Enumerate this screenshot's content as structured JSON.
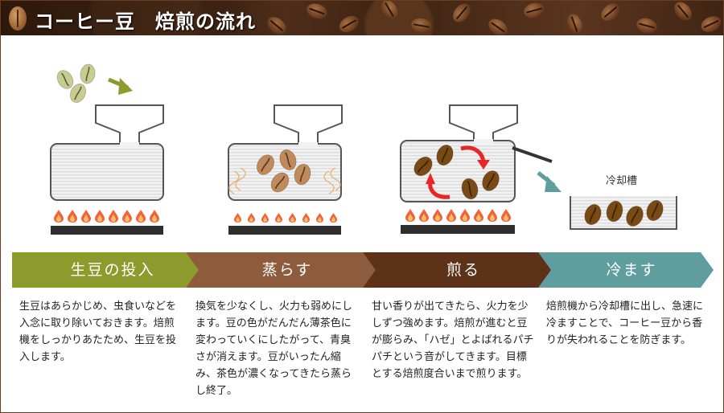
{
  "header": {
    "title": "コーヒー豆　焙煎の流れ"
  },
  "cooling_tank_label": "冷却槽",
  "steps": [
    {
      "label": "生豆の投入",
      "color": "#8d9a2c",
      "description": "生豆はあらかじめ、虫食いなどを入念に取り除いておきます。焙煎機をしっかりあたため、生豆を投入します。"
    },
    {
      "label": "蒸らす",
      "color": "#8e5c3c",
      "description": "換気を少なくし、火力も弱めにします。豆の色がだんだん薄茶色に変わっていくにしたがって、青臭さが消えます。豆がいったん縮み、茶色が濃くなってきたら蒸らし終了。"
    },
    {
      "label": "煎る",
      "color": "#5c3219",
      "description": "甘い香りが出てきたら、火力を少しずつ強めます。焙煎が進むと豆が膨らみ、「ハゼ」とよばれるパチパチという音がしてきます。目標とする焙煎度合いまで煎ります。"
    },
    {
      "label": "冷ます",
      "color": "#5f9d9f",
      "description": "焙煎機から冷却槽に出し、急速に冷ますことで、コーヒー豆から香りが失われることを防ぎます。"
    }
  ],
  "colors": {
    "green_bean": "#c8cc8e",
    "steamed_bean": "#c08a5a",
    "roasted_bean": "#7a4a14",
    "flame": "#f0643a",
    "stir_arrow": "#e8262a",
    "burner": "#2e2e2e"
  }
}
